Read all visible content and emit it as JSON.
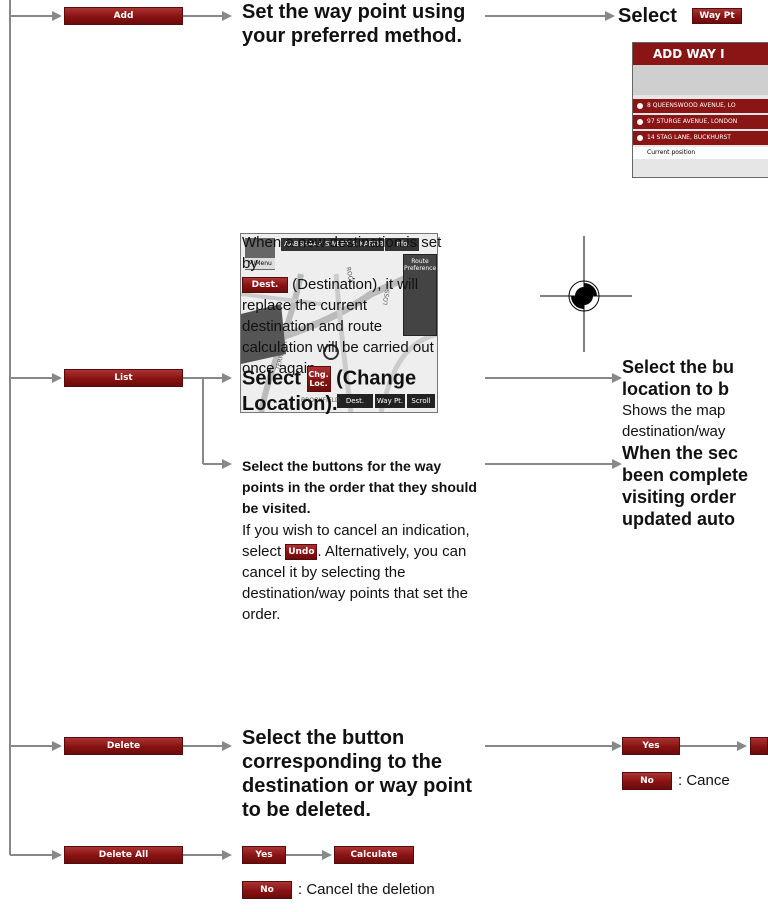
{
  "buttons": {
    "add": "Add",
    "list": "List",
    "delete": "Delete",
    "delete_all": "Delete All",
    "way_pt": "Way Pt",
    "dest": "Dest.",
    "chg_loc_line1": "Chg.",
    "chg_loc_line2": "Loc.",
    "undo": "Undo",
    "yes": "Yes",
    "no": "No",
    "calculate": "Calculate"
  },
  "add_section": {
    "heading": "Set the way point using your preferred method.",
    "note_part1": "When a new destination is set by",
    "note_part2": "(Destination), it will replace the current destination and route calculation will be carried out once again.",
    "right_select": "Select",
    "map": {
      "banner": "AABSHAAR SWEET & KABOB ▸",
      "info": "Info.",
      "route_pref": "Route Preference",
      "menu": "M/Menu",
      "dest": "Dest.",
      "waypt": "Way Pt.",
      "scroll": "Scroll",
      "streets": [
        "SPRING RD",
        "TERRY DR",
        "BROOKFIELD",
        "LOSS",
        "ROCK"
      ]
    },
    "panel": {
      "title": "ADD WAY I",
      "rows": [
        "8 QUEENSWOOD AVENUE, LO",
        "97 STURGE AVENUE, LONDON",
        "14 STAG LANE, BUCKHURST"
      ],
      "current": "Current position"
    }
  },
  "list_section": {
    "select": "Select",
    "change_location": "(Change Location).",
    "sub_heading": "Select the buttons for the way points in the order that they should be visited.",
    "body_1": "If you wish to cancel an indication, select",
    "body_2": "Alternatively, you can cancel it by selecting the destination/way points that set the order.",
    "right_heading_1": "Select the bu location to b",
    "right_body_1": "Shows the map destination/way",
    "right_heading_2": "When the sec been complete visiting order updated auto"
  },
  "delete_section": {
    "heading": "Select the button corresponding to the destination or way point to be deleted.",
    "right_no_text": ": Cance"
  },
  "delete_all_section": {
    "no_text": ": Cancel the deletion"
  }
}
